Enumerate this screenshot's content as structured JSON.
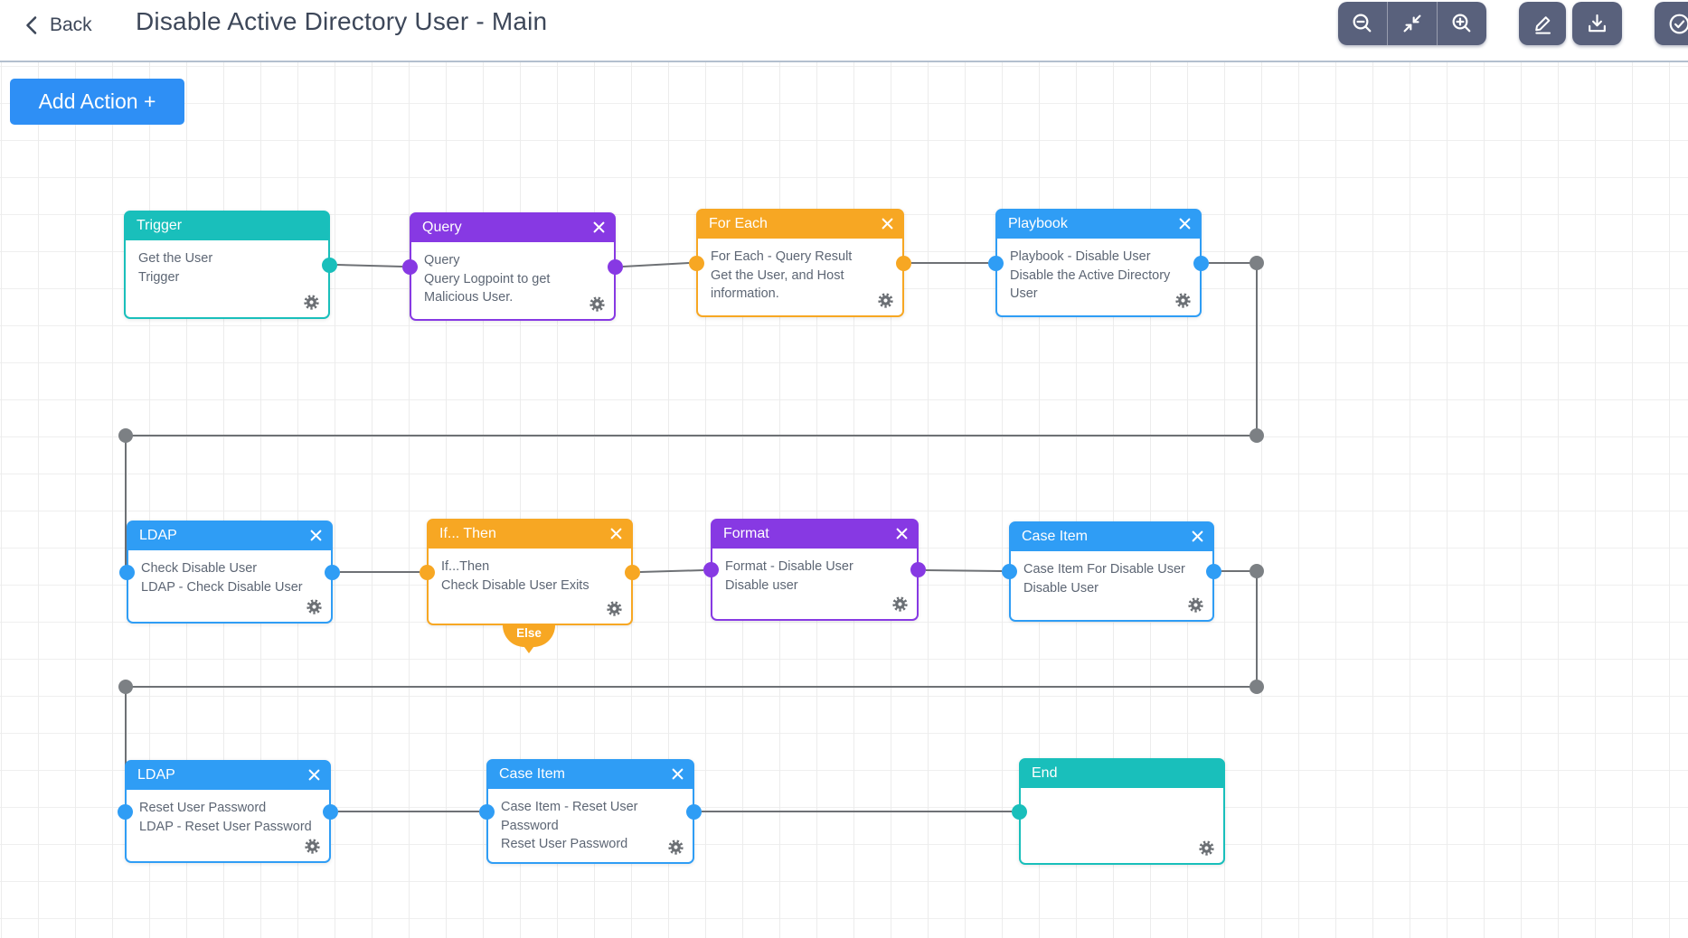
{
  "header": {
    "back_label": "Back",
    "title": "Disable Active Directory User - Main",
    "toolbar_icons": [
      "zoom-out",
      "fit-view",
      "zoom-in",
      "edit",
      "download",
      "validate"
    ]
  },
  "canvas": {
    "add_action_label": "Add Action +",
    "else_label": "Else"
  },
  "colors": {
    "accent_blue": "#2e8ff5",
    "node_blue": "#2f9df5",
    "node_teal": "#19bfbb",
    "node_purple": "#8739e3",
    "node_orange": "#f7a723",
    "toolbar_button": "#59617c",
    "connector_gray": "#6e7175",
    "title_text": "#3d4759",
    "body_text": "#5d6674"
  },
  "nodes": [
    {
      "title": "Trigger",
      "theme": "teal",
      "closable": false,
      "body": [
        "Get the User",
        "Trigger"
      ]
    },
    {
      "title": "Query",
      "theme": "purple",
      "closable": true,
      "body": [
        "Query",
        "Query Logpoint to get Malicious User."
      ]
    },
    {
      "title": "For Each",
      "theme": "orange",
      "closable": true,
      "body": [
        "For Each - Query Result",
        "Get the User, and Host information."
      ]
    },
    {
      "title": "Playbook",
      "theme": "blue",
      "closable": true,
      "body": [
        "Playbook - Disable User",
        "Disable the Active Directory User"
      ]
    },
    {
      "title": "LDAP",
      "theme": "blue",
      "closable": true,
      "body": [
        "Check Disable User",
        "LDAP - Check Disable User"
      ]
    },
    {
      "title": "If... Then",
      "theme": "orange",
      "closable": true,
      "body": [
        "If...Then",
        "Check Disable User Exits"
      ]
    },
    {
      "title": "Format",
      "theme": "purple",
      "closable": true,
      "body": [
        "Format - Disable User",
        "Disable user"
      ]
    },
    {
      "title": "Case Item",
      "theme": "blue",
      "closable": true,
      "body": [
        "Case Item For Disable User",
        "Disable User"
      ]
    },
    {
      "title": "LDAP",
      "theme": "blue",
      "closable": true,
      "body": [
        "Reset User Password",
        "LDAP - Reset User Password"
      ]
    },
    {
      "title": "Case Item",
      "theme": "blue",
      "closable": true,
      "body": [
        "Case Item - Reset User Password",
        "Reset User Password"
      ]
    },
    {
      "title": "End",
      "theme": "teal",
      "closable": false,
      "body": []
    }
  ]
}
